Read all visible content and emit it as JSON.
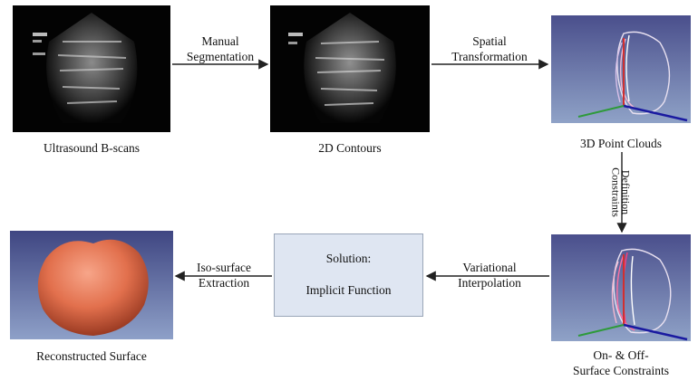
{
  "nodes": {
    "ultrasound": {
      "caption": "Ultrasound B-scans"
    },
    "contours": {
      "caption": "2D Contours"
    },
    "pointclouds": {
      "caption": "3D Point Clouds"
    },
    "constraints": {
      "caption_line1": "On- & Off-",
      "caption_line2": "Surface Constraints"
    },
    "surface": {
      "caption": "Reconstructed Surface"
    },
    "solution": {
      "line1": "Solution:",
      "line2": "Implicit Function"
    }
  },
  "edges": {
    "manual_seg": {
      "line1": "Manual",
      "line2": "Segmentation"
    },
    "spatial": {
      "line1": "Spatial",
      "line2": "Transformation"
    },
    "constraints_def": {
      "line1": "Constraints",
      "line2": "Definition"
    },
    "variational": {
      "line1": "Variational",
      "line2": "Interpolation"
    },
    "isosurface": {
      "line1": "Iso-surface",
      "line2": "Extraction"
    }
  },
  "colors": {
    "panel_dark": "#050505",
    "panel_3d_top": "#4a4f8c",
    "panel_3d_bottom": "#8fa2c7",
    "surface_fill": "#e2704d",
    "solution_fill": "#dfe6f2"
  }
}
